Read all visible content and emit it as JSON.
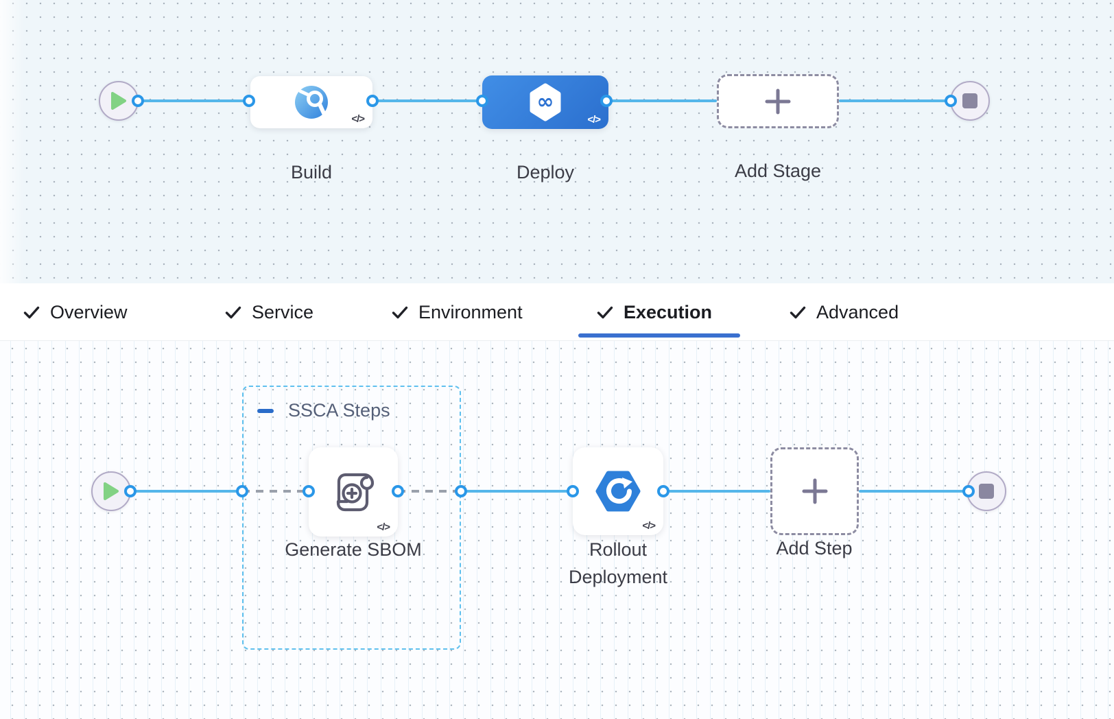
{
  "stage_canvas": {
    "start_node": {
      "icon": "play-icon"
    },
    "nodes": [
      {
        "label": "Build",
        "icon": "build-ci-icon",
        "code_badge": "</>"
      },
      {
        "label": "Deploy",
        "icon": "deploy-cd-icon",
        "code_badge": "</>"
      },
      {
        "label": "Add Stage",
        "icon": "plus-icon"
      }
    ],
    "end_node": {
      "icon": "stop-icon"
    }
  },
  "tab_bar": {
    "tabs": [
      {
        "label": "Overview",
        "checked": true,
        "active": false
      },
      {
        "label": "Service",
        "checked": true,
        "active": false
      },
      {
        "label": "Environment",
        "checked": true,
        "active": false
      },
      {
        "label": "Execution",
        "checked": true,
        "active": true
      },
      {
        "label": "Advanced",
        "checked": true,
        "active": false
      }
    ]
  },
  "execution_canvas": {
    "start_node": {
      "icon": "play-icon"
    },
    "group": {
      "label": "SSCA Steps",
      "collapse_icon": "minus-icon"
    },
    "steps": [
      {
        "label": "Generate SBOM",
        "icon": "sbom-scroll-icon",
        "code_badge": "</>"
      },
      {
        "label": "Rollout Deployment",
        "icon": "rollout-icon",
        "code_badge": "</>"
      },
      {
        "label": "Add Step",
        "icon": "plus-icon"
      }
    ],
    "end_node": {
      "icon": "stop-icon"
    }
  },
  "colors": {
    "connector": "#55b6ea",
    "active_tab_underline": "#3a70cf",
    "deploy_node_blue": "#2f7ad6",
    "group_border_blue": "#5fc0ee",
    "port_ring_blue": "#2a97e8"
  }
}
